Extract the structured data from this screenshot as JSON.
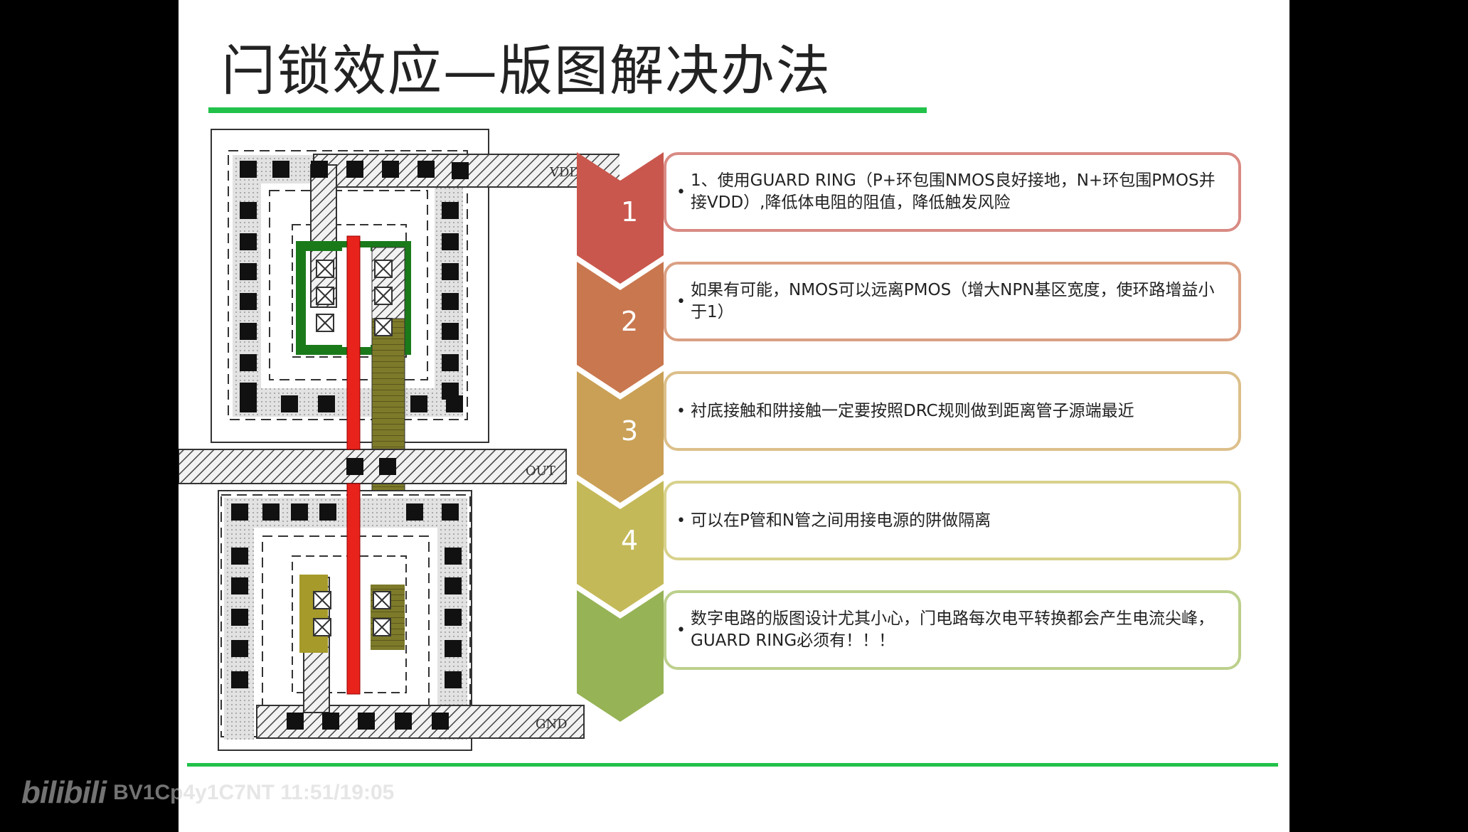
{
  "slide": {
    "title": "闩锁效应—版图解决办法",
    "accent_color": "#22c24a"
  },
  "layout_labels": {
    "vdd": "VDD",
    "out": "OUT",
    "gnd": "GND"
  },
  "steps": [
    {
      "number": "1",
      "color": "#c9574d",
      "border": "#d98a84",
      "text": "1、使用GUARD RING（P+环包围NMOS良好接地，N+环包围PMOS并接VDD）,降低体电阻的阻值，降低触发风险"
    },
    {
      "number": "2",
      "color": "#c9774f",
      "border": "#daa083",
      "text": "如果有可能，NMOS可以远离PMOS（增大NPN基区宽度，使环路增益小于1）"
    },
    {
      "number": "3",
      "color": "#c9a055",
      "border": "#dcbf8a",
      "text": "衬底接触和阱接触一定要按照DRC规则做到距离管子源端最近"
    },
    {
      "number": "4",
      "color": "#c4b958",
      "border": "#d8d18c",
      "text": "可以在P管和N管之间用接电源的阱做隔离"
    },
    {
      "number": "",
      "color": "#96b356",
      "border": "#bcd08c",
      "text": "数字电路的版图设计尤其小心，门电路每次电平转换都会产生电流尖峰，GUARD RING必须有！！！"
    }
  ],
  "watermark": {
    "logo": "bilibili",
    "meta": "BV1Cp4y1C7NT 11:51/19:05"
  }
}
